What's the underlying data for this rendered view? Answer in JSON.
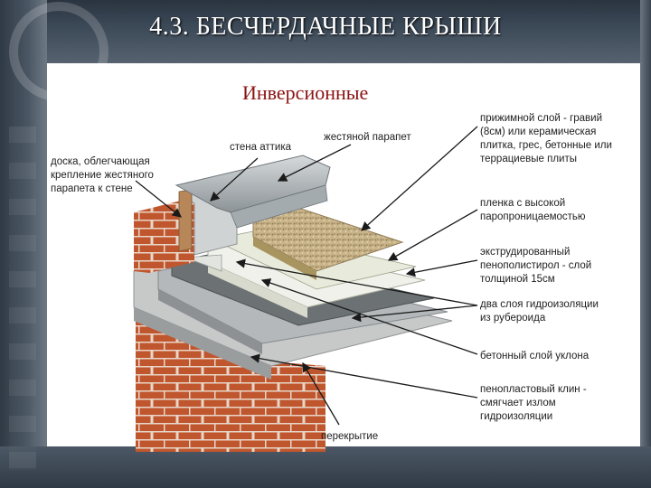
{
  "slide": {
    "title": "4.3. БЕСЧЕРДАЧНЫЕ КРЫШИ",
    "subtitle": "Инверсионные"
  },
  "labels": {
    "board": [
      "доска, облегчающая",
      "крепление жестяного",
      "парапета к стене"
    ],
    "attic_wall": [
      "стена аттика"
    ],
    "tin_parapet": [
      "жестяной парапет"
    ],
    "ballast": [
      "прижимной слой - гравий",
      "(8см) или керамическая",
      "плитка, грес, бетонные или",
      "террациевые плиты"
    ],
    "film": [
      "пленка с высокой",
      "паропроницаемостью"
    ],
    "xps": [
      "экструдированный",
      "пенополистирол - слой",
      "толщиной 15см"
    ],
    "waterproof": [
      "два слоя гидроизоляции",
      "из рубероида"
    ],
    "concrete": [
      "бетонный слой уклона"
    ],
    "wedge": [
      "пенопластовый клин -",
      "смягчает излом",
      "гидроизоляции"
    ],
    "slab": [
      "перекрытие"
    ]
  },
  "colors": {
    "title_text": "#ffffff",
    "subtitle_text": "#8b1111",
    "brick": "#c0562e",
    "gravel": "#c9b48a",
    "concrete": "#b4b8ba",
    "film": "#e8ebdc",
    "arrow": "#1a1a1a"
  }
}
